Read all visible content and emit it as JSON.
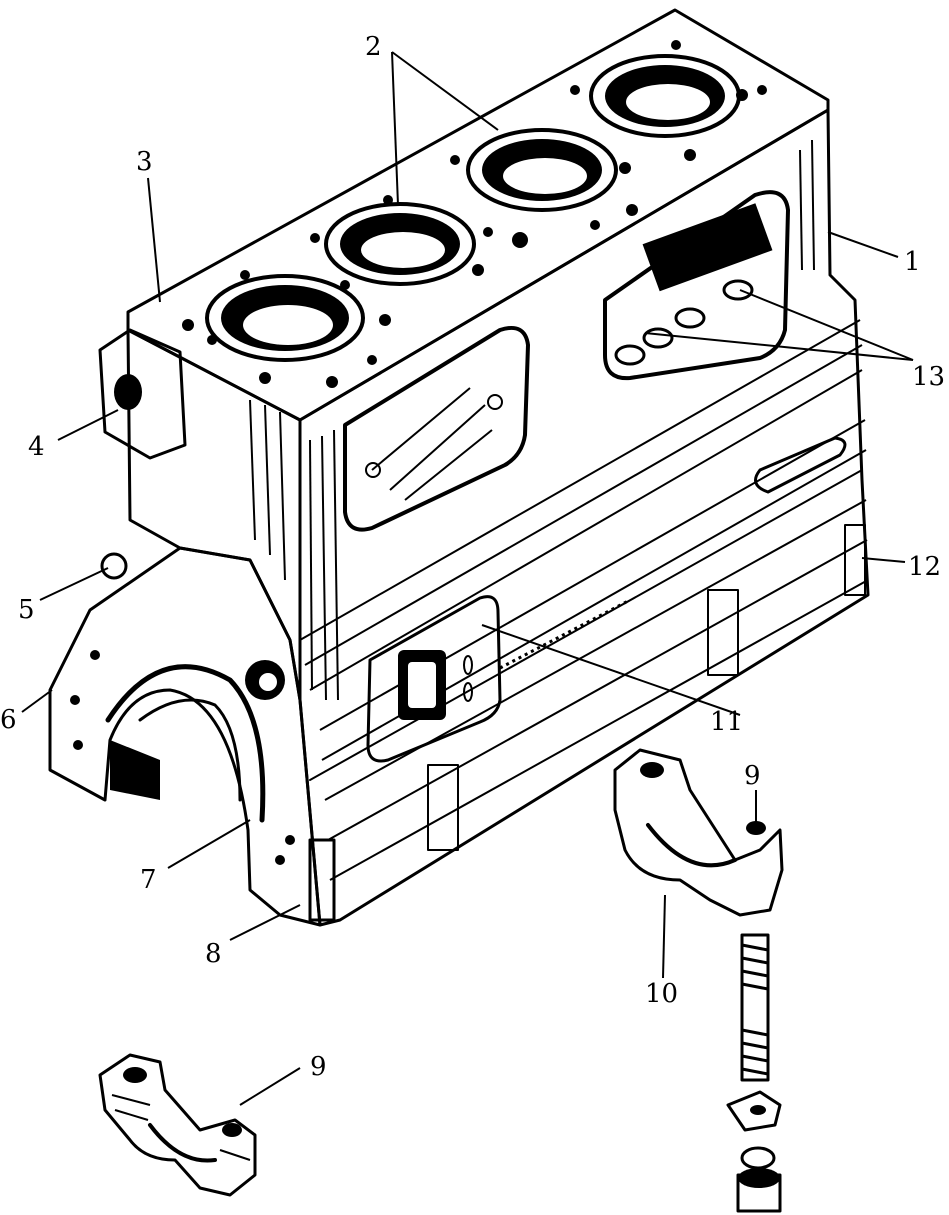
{
  "diagram": {
    "callouts": [
      {
        "id": "1",
        "text": "1"
      },
      {
        "id": "2",
        "text": "2"
      },
      {
        "id": "3",
        "text": "3"
      },
      {
        "id": "4",
        "text": "4"
      },
      {
        "id": "5",
        "text": "5"
      },
      {
        "id": "6",
        "text": "6"
      },
      {
        "id": "7",
        "text": "7"
      },
      {
        "id": "8",
        "text": "8"
      },
      {
        "id": "9a",
        "text": "9"
      },
      {
        "id": "9b",
        "text": "9"
      },
      {
        "id": "10",
        "text": "10"
      },
      {
        "id": "11",
        "text": "11"
      },
      {
        "id": "12",
        "text": "12"
      },
      {
        "id": "13",
        "text": "13"
      }
    ],
    "ink_color": "#000000",
    "paper_color": "#ffffff"
  }
}
